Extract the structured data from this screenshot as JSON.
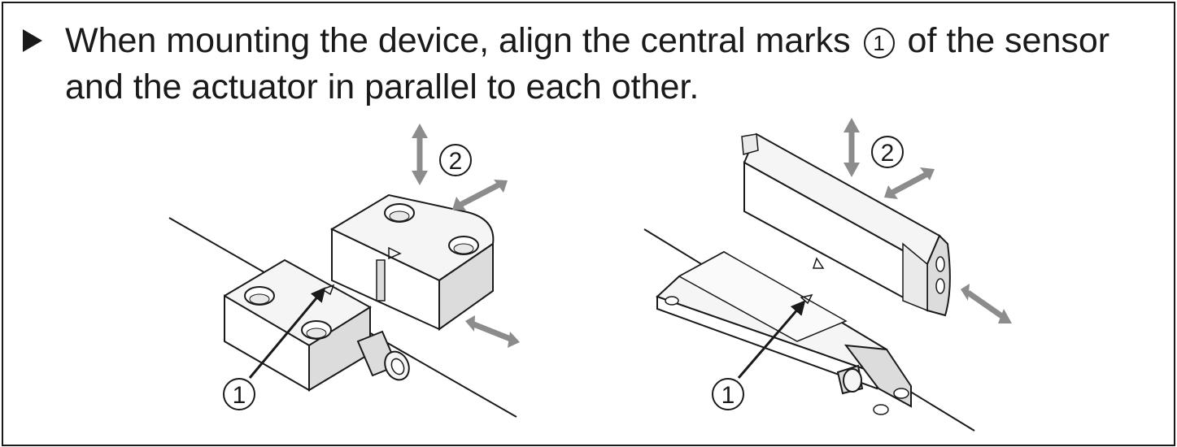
{
  "instruction": {
    "text_before": "When mounting the device, align the central marks",
    "marker": "1",
    "text_after": "of the sensor and the actuator in parallel to each other."
  },
  "figure": {
    "callouts": {
      "central_mark": "1",
      "movement": "2"
    }
  },
  "colors": {
    "text": "#1a1a1a",
    "device_fill": "#f5f5f5",
    "device_side": "#dcdcdc",
    "arrow": "#8c8c8c"
  }
}
